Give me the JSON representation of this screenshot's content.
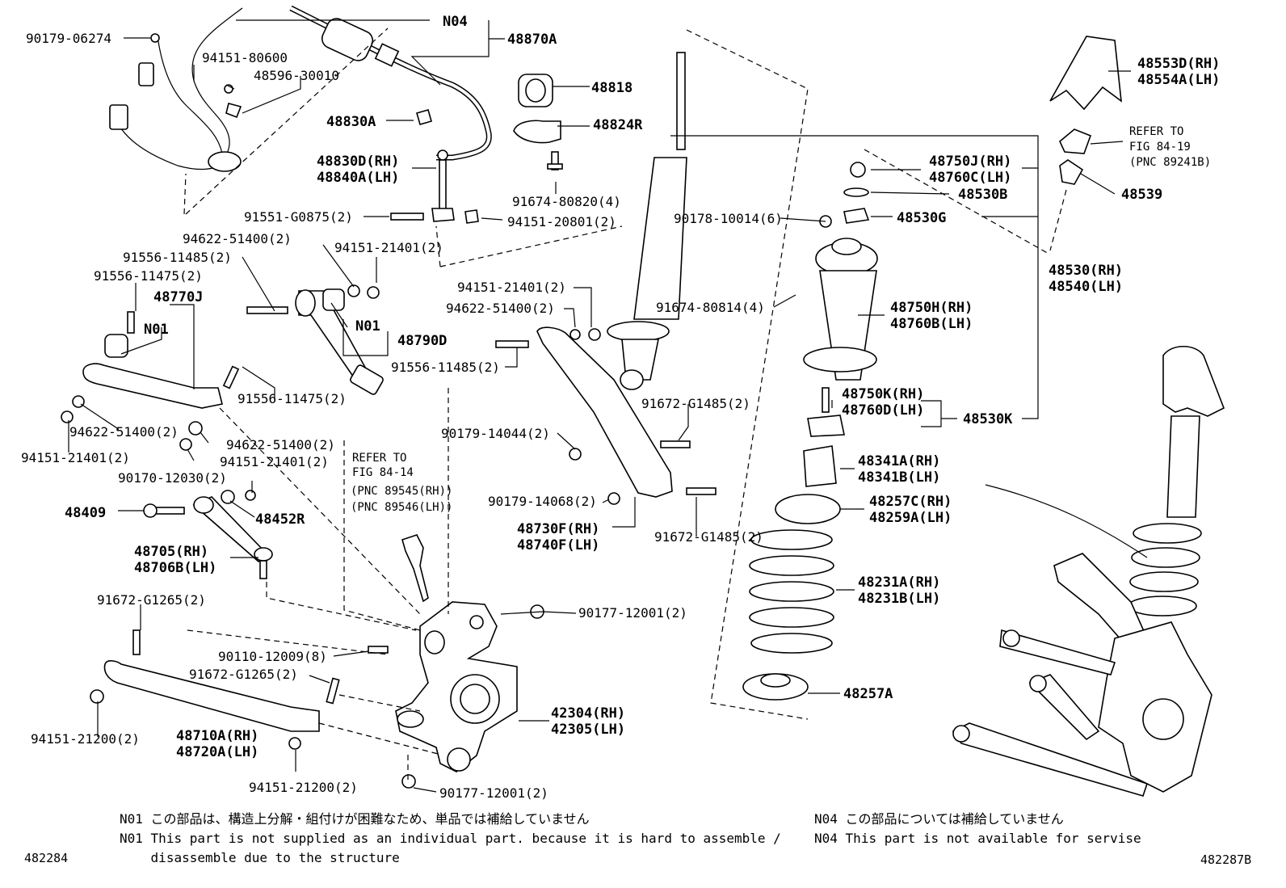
{
  "labels": {
    "n04_top": "N04",
    "p48870A": "48870A",
    "p90179_06274": "90179-06274",
    "p94151_80600": "94151-80600",
    "p48596_30010": "48596-30010",
    "p48818": "48818",
    "p48830A": "48830A",
    "p48824R": "48824R",
    "p48830D": "48830D(RH)",
    "p48840A": "48840A(LH)",
    "p91674_80820": "91674-80820(4)",
    "p91551_G0875": "91551-G0875(2)",
    "p94151_20801": "94151-20801(2)",
    "p94622_51400_a": "94622-51400(2)",
    "p94151_21401_a": "94151-21401(2)",
    "p91556_11485_a": "91556-11485(2)",
    "p91556_11475_a": "91556-11475(2)",
    "p48770J": "48770J",
    "n01_a": "N01",
    "n01_b": "N01",
    "p48790D": "48790D",
    "p94151_21401_b": "94151-21401(2)",
    "p94622_51400_b": "94622-51400(2)",
    "p91674_80814": "91674-80814(4)",
    "p91556_11485_b": "91556-11485(2)",
    "p91556_11475_b": "91556-11475(2)",
    "p94622_51400_c": "94622-51400(2)",
    "p94151_21401_c": "94151-21401(2)",
    "p94622_51400_d": "94622-51400(2)",
    "p94151_21401_d": "94151-21401(2)",
    "p90170_12030": "90170-12030(2)",
    "p48409": "48409",
    "p48452R": "48452R",
    "p48705": "48705(RH)",
    "p48706B": "48706B(LH)",
    "p91672_G1265_a": "91672-G1265(2)",
    "p90110_12009": "90110-12009(8)",
    "p91672_G1265_b": "91672-G1265(2)",
    "p94151_21200_a": "94151-21200(2)",
    "p48710A": "48710A(RH)",
    "p48720A": "48720A(LH)",
    "p94151_21200_b": "94151-21200(2)",
    "refer_a_1": "REFER TO",
    "refer_a_2": "FIG 84-14",
    "refer_a_3": "(PNC 89545(RH))",
    "refer_a_4": "(PNC 89546(LH))",
    "p90179_14044": "90179-14044(2)",
    "p90179_14068": "90179-14068(2)",
    "p48730F": "48730F(RH)",
    "p48740F": "48740F(LH)",
    "p91672_G1485_a": "91672-G1485(2)",
    "p91672_G1485_b": "91672-G1485(2)",
    "p90177_12001_a": "90177-12001(2)",
    "p42304": "42304(RH)",
    "p42305": "42305(LH)",
    "p90177_12001_b": "90177-12001(2)",
    "p90178_10014": "90178-10014(6)",
    "p48750J": "48750J(RH)",
    "p48760C": "48760C(LH)",
    "p48530B": "48530B",
    "p48530G": "48530G",
    "p48530": "48530(RH)",
    "p48540": "48540(LH)",
    "p48750H": "48750H(RH)",
    "p48760B": "48760B(LH)",
    "p48750K": "48750K(RH)",
    "p48760D": "48760D(LH)",
    "p48530K": "48530K",
    "p48341A": "48341A(RH)",
    "p48341B": "48341B(LH)",
    "p48257C": "48257C(RH)",
    "p48259A": "48259A(LH)",
    "p48231A": "48231A(RH)",
    "p48231B": "48231B(LH)",
    "p48257A": "48257A",
    "p48553D": "48553D(RH)",
    "p48554A": "48554A(LH)",
    "refer_b_1": "REFER TO",
    "refer_b_2": "FIG 84-19",
    "refer_b_3": "(PNC 89241B)",
    "p48539": "48539"
  },
  "notes": {
    "n01_code_jp": "N01",
    "n01_jp": "この部品は、構造上分解・組付けが困難なため、単品では補給していません",
    "n01_code_en": "N01",
    "n01_en": "This part is not supplied as an individual part. because it is hard to assemble /\ndisassemble due to the structure",
    "n04_code_jp": "N04",
    "n04_jp": "この部品については補給していません",
    "n04_code_en": "N04",
    "n04_en": "This part is not available for servise"
  },
  "footer": {
    "left_code": "482284",
    "right_code": "482287B"
  }
}
